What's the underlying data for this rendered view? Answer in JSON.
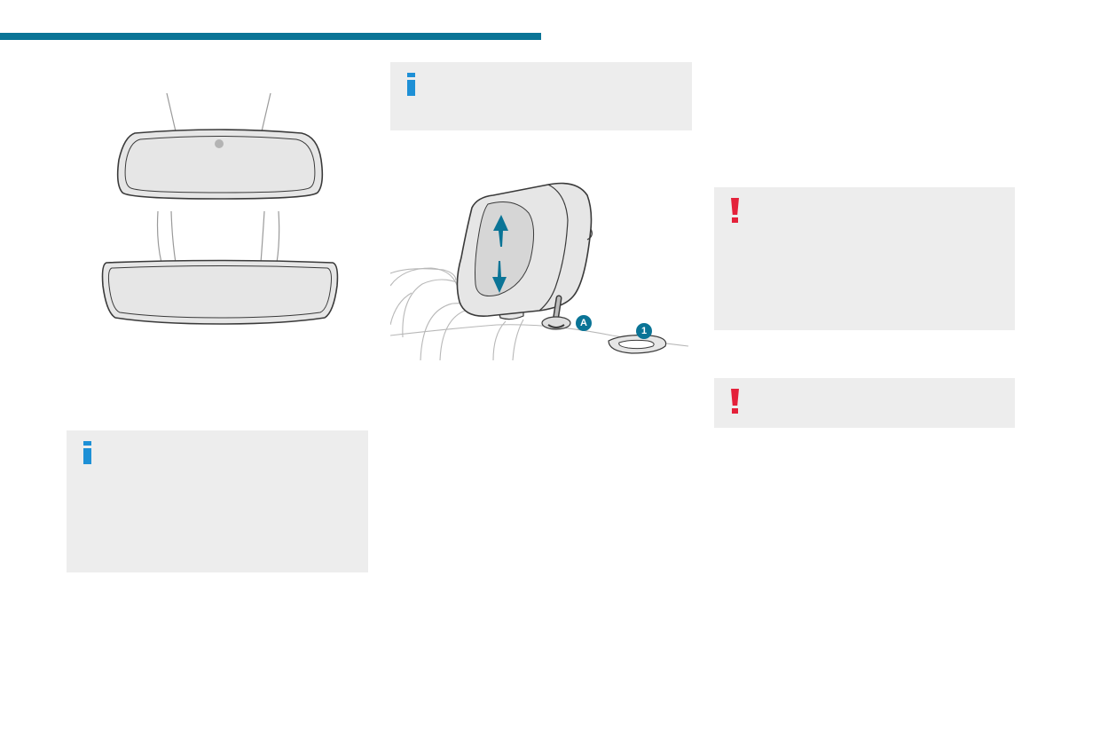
{
  "theme": {
    "accent": "#0a7496",
    "info": "#1e90d6",
    "warning": "#e4213a",
    "note_background": "#ededed",
    "line": "#3a3a3a"
  },
  "illustrations": {
    "mirrors": {
      "icon": "rear-view-mirror-illustration"
    },
    "headrest": {
      "icon": "rear-headrest-illustration",
      "callout_a": "A",
      "callout_1": "1"
    }
  },
  "notes": [
    {
      "kind": "info",
      "icon": "info-icon"
    },
    {
      "kind": "info",
      "icon": "info-icon"
    },
    {
      "kind": "warning",
      "icon": "warning-icon"
    },
    {
      "kind": "warning",
      "icon": "warning-icon"
    }
  ]
}
